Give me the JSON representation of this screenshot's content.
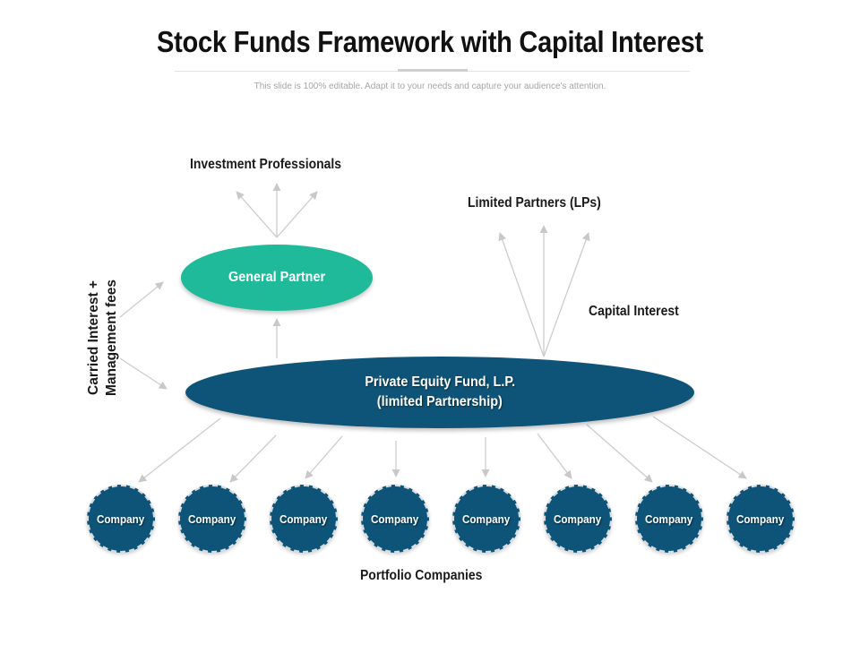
{
  "header": {
    "title": "Stock Funds Framework with Capital Interest",
    "subtitle": "This slide is 100% editable. Adapt it to your needs and capture your audience's attention."
  },
  "labels": {
    "investment_professionals": "Investment Professionals",
    "limited_partners": "Limited Partners (LPs)",
    "capital_interest": "Capital Interest",
    "carried_interest_line1": "Carried Interest +",
    "carried_interest_line2": "Management fees",
    "portfolio_companies": "Portfolio Companies"
  },
  "nodes": {
    "general_partner": "General Partner",
    "fund_line1": "Private Equity Fund, L.P.",
    "fund_line2": "(limited Partnership)",
    "companies": [
      "Company",
      "Company",
      "Company",
      "Company",
      "Company",
      "Company",
      "Company",
      "Company"
    ]
  },
  "colors": {
    "general_partner": "#1fba99",
    "fund": "#0e5478",
    "company": "#0e5478",
    "arrow": "#c8c8c8"
  }
}
